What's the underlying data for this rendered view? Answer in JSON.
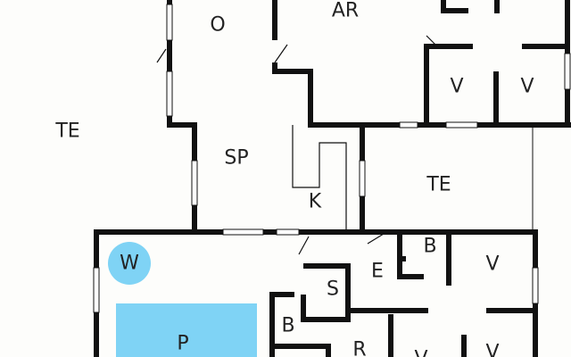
{
  "rooms": {
    "o": "O",
    "ar": "AR",
    "v1": "V",
    "v2": "V",
    "te_left": "TE",
    "sp": "SP",
    "k": "K",
    "te_right": "TE",
    "w": "W",
    "p": "P",
    "b1": "B",
    "v3": "V",
    "e": "E",
    "s": "S",
    "b2": "B",
    "r": "R",
    "v4": "V",
    "v5": "V"
  },
  "colors": {
    "wall": "#111111",
    "water": "#7fd3f5",
    "background": "#fdfdfb"
  }
}
